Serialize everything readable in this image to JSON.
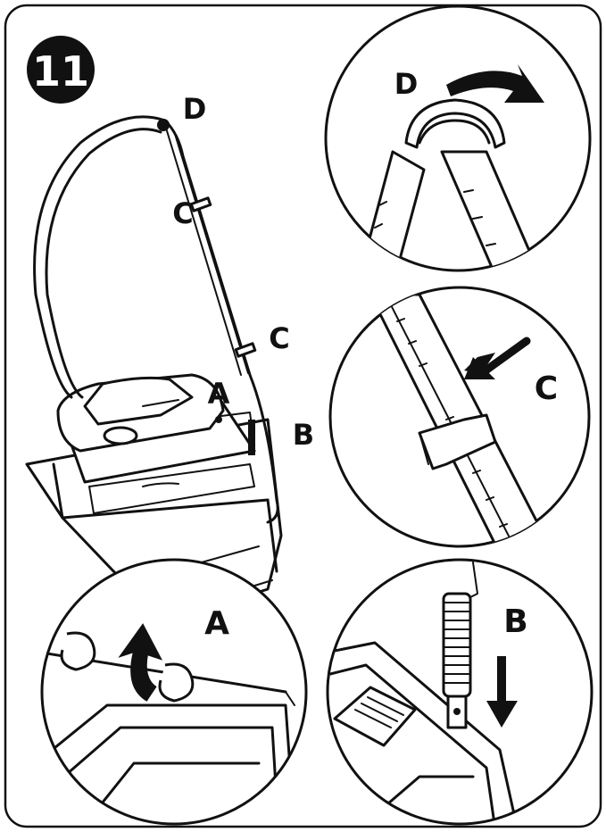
{
  "step": {
    "number": "11"
  },
  "labels": {
    "main": {
      "d": "D",
      "c_upper": "C",
      "c_lower": "C",
      "a": "A",
      "b": "B"
    },
    "detail_d": "D",
    "detail_c": "C",
    "detail_a": "A",
    "detail_b": "B"
  },
  "colors": {
    "ink": "#111111",
    "background": "#ffffff"
  },
  "icons": [
    "rotate-arrow-icon",
    "push-arrow-icon",
    "lift-arrow-icon",
    "down-arrow-icon"
  ]
}
